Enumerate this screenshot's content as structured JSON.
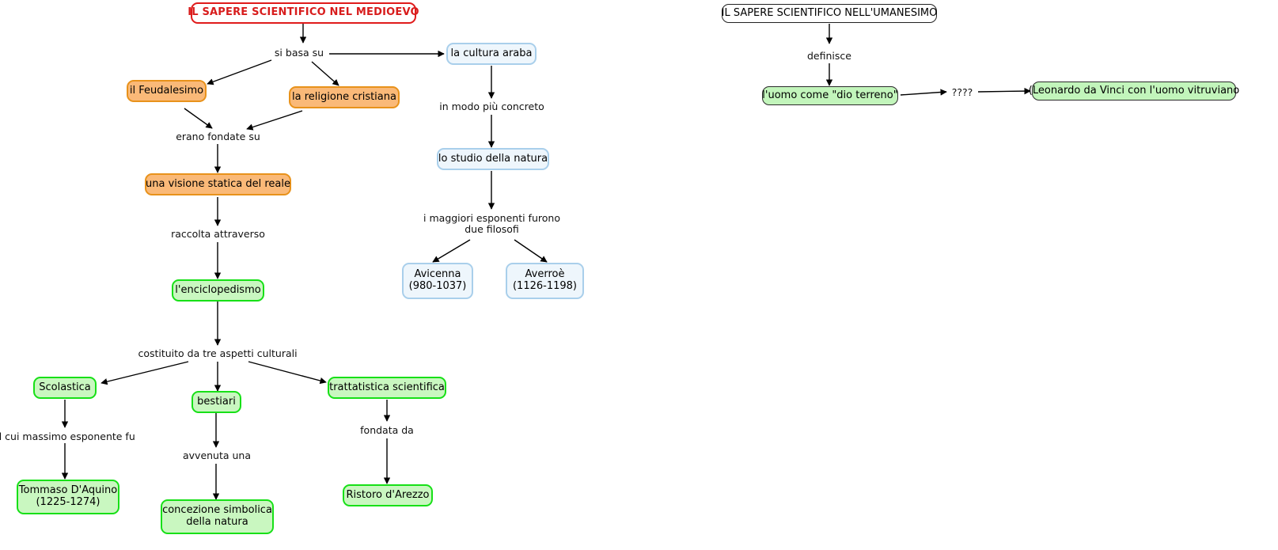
{
  "diagram": {
    "type": "concept-map",
    "language": "it",
    "background": "#ffffff",
    "palette": {
      "title_red": "#d81c1c",
      "orange_fill": "#fab978",
      "orange_border": "#e8921b",
      "blue_fill": "#eef6fc",
      "blue_border": "#a9cfeb",
      "green_fill": "#c9f7c0",
      "green_border": "#17e017",
      "edge": "#000000"
    }
  },
  "left_map": {
    "title": "IL SAPERE SCIENTIFICO NEL MEDIOEVO",
    "labels": {
      "si_basa_su": "si basa su",
      "erano_fondate_su": "erano fondate su",
      "raccolta_attraverso": "raccolta attraverso",
      "costituito_da": "costituito da tre aspetti culturali",
      "in_modo_piu_concreto": "in modo più concreto",
      "i_maggiori_esponenti": "i maggiori esponenti furono\ndue filosofi",
      "il_cui_massimo": "il cui massimo esponente fu",
      "avvenuta_una": "avvenuta una",
      "fondata_da": "fondata da"
    },
    "nodes": {
      "feudalesimo": "il Feudalesimo",
      "religione_cristiana": "la religione cristiana",
      "visione_statica": "una visione statica del reale",
      "enciclopedismo": "l'enciclopedismo",
      "scolastica": "Scolastica",
      "bestiari": "bestiari",
      "trattatistica": "trattatistica scientifica",
      "tommaso": "Tommaso D'Aquino\n(1225-1274)",
      "concezione": "concezione simbolica\ndella natura",
      "ristoro": "Ristoro d'Arezzo",
      "cultura_araba": "la cultura araba",
      "studio_natura": "lo studio della natura",
      "avicenna": "Avicenna\n(980-1037)",
      "averroe": "Averroè\n(1126-1198)"
    }
  },
  "right_map": {
    "title": "IL SAPERE SCIENTIFICO NELL'UMANESIMO",
    "labels": {
      "definisce": "definisce",
      "unknown": "????"
    },
    "nodes": {
      "uomo_dio_terreno": "l'uomo come \"dio terreno\"",
      "leonardo": "(Leonardo da Vinci con l'uomo vitruviano"
    }
  }
}
